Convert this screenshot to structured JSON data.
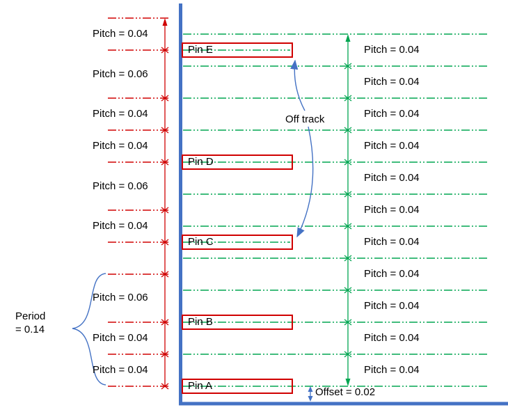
{
  "colors": {
    "red": "#d00000",
    "green": "#00a550",
    "blue": "#4472c4",
    "text": "#000000"
  },
  "pins": [
    "Pin E",
    "Pin D",
    "Pin C",
    "Pin B",
    "Pin A"
  ],
  "left_pitch_labels": [
    "Pitch = 0.04",
    "Pitch = 0.06",
    "Pitch = 0.04",
    "Pitch = 0.04",
    "Pitch = 0.06",
    "Pitch = 0.04",
    "Pitch = 0.06",
    "Pitch = 0.04",
    "Pitch = 0.04"
  ],
  "right_pitch_labels": [
    "Pitch = 0.04",
    "Pitch = 0.04",
    "Pitch = 0.04",
    "Pitch = 0.04",
    "Pitch = 0.04",
    "Pitch = 0.04",
    "Pitch = 0.04",
    "Pitch = 0.04",
    "Pitch = 0.04",
    "Pitch = 0.04",
    "Pitch = 0.04"
  ],
  "annotations": {
    "off_track": "Off track",
    "period_line1": "Period",
    "period_line2": "= 0.14",
    "offset": "Offset = 0.02"
  }
}
